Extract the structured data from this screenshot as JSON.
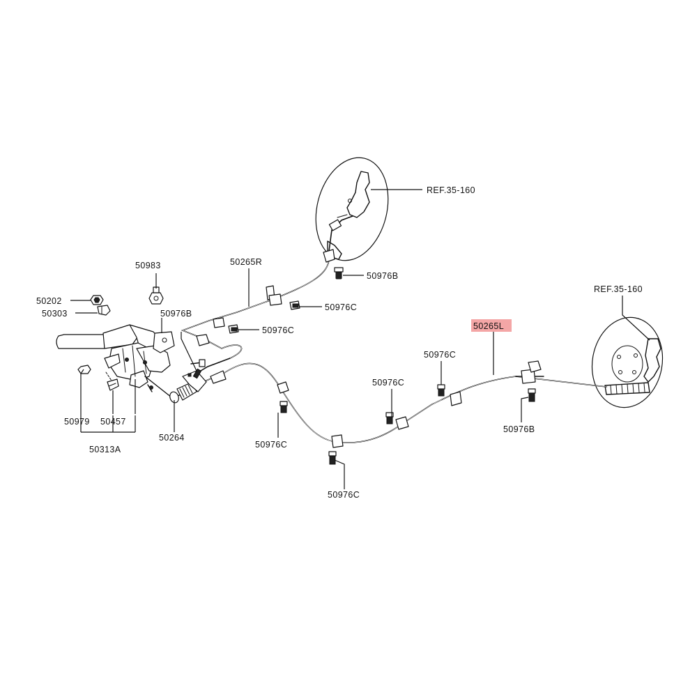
{
  "labels": {
    "ref_upper": "REF.35-160",
    "ref_lower": "REF.35-160",
    "part_50265R": "50265R",
    "part_50265L": "50265L",
    "part_50983": "50983",
    "part_50202": "50202",
    "part_50303": "50303",
    "part_50976B_lever": "50976B",
    "part_50976B_upper": "50976B",
    "part_50976B_right": "50976B",
    "part_50976C_a": "50976C",
    "part_50976C_b": "50976C",
    "part_50976C_c": "50976C",
    "part_50976C_d": "50976C",
    "part_50976C_e": "50976C",
    "part_50976C_f": "50976C",
    "part_50979": "50979",
    "part_50457": "50457",
    "part_50313A": "50313A",
    "part_50264": "50264"
  },
  "highlight_color": "#f4a6a6"
}
